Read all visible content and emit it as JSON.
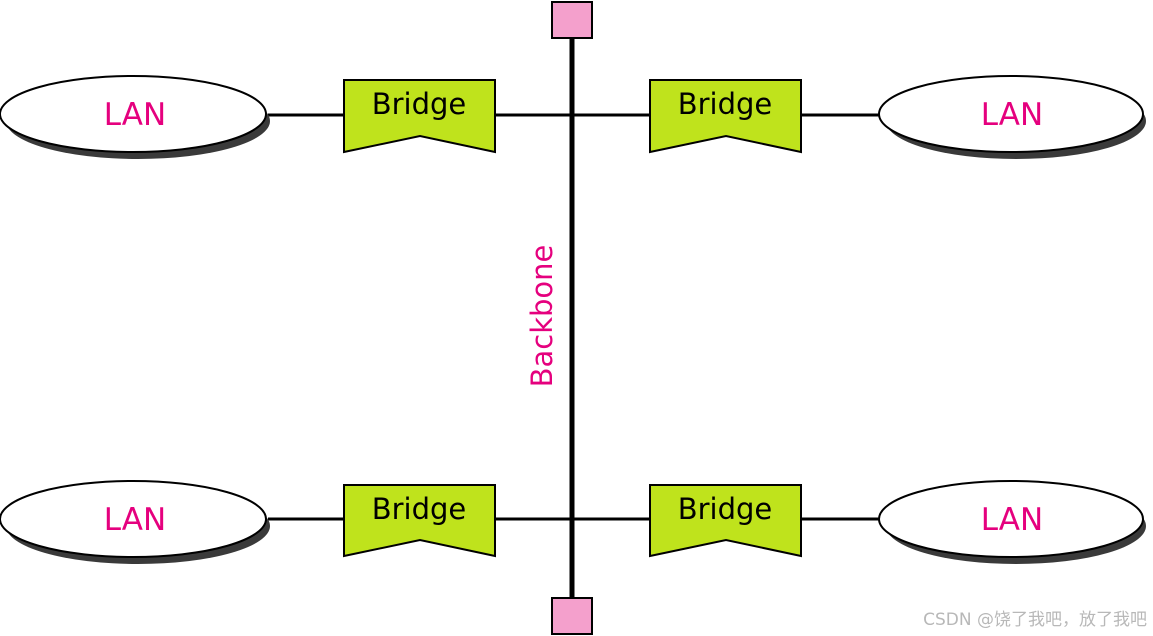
{
  "diagram": {
    "backbone_label": "Backbone",
    "lans": [
      {
        "label": "LAN"
      },
      {
        "label": "LAN"
      },
      {
        "label": "LAN"
      },
      {
        "label": "LAN"
      }
    ],
    "bridges": [
      {
        "label": "Bridge"
      },
      {
        "label": "Bridge"
      },
      {
        "label": "Bridge"
      },
      {
        "label": "Bridge"
      }
    ],
    "terminators": 2
  },
  "colors": {
    "label_text": "#e5007e",
    "bridge_fill": "#bfe31c",
    "terminator_fill": "#f4a0cc",
    "line": "#000000",
    "lan_fill": "#ffffff",
    "lan_shadow": "#3a3a3a"
  },
  "watermark": "CSDN @饶了我吧，放了我吧"
}
